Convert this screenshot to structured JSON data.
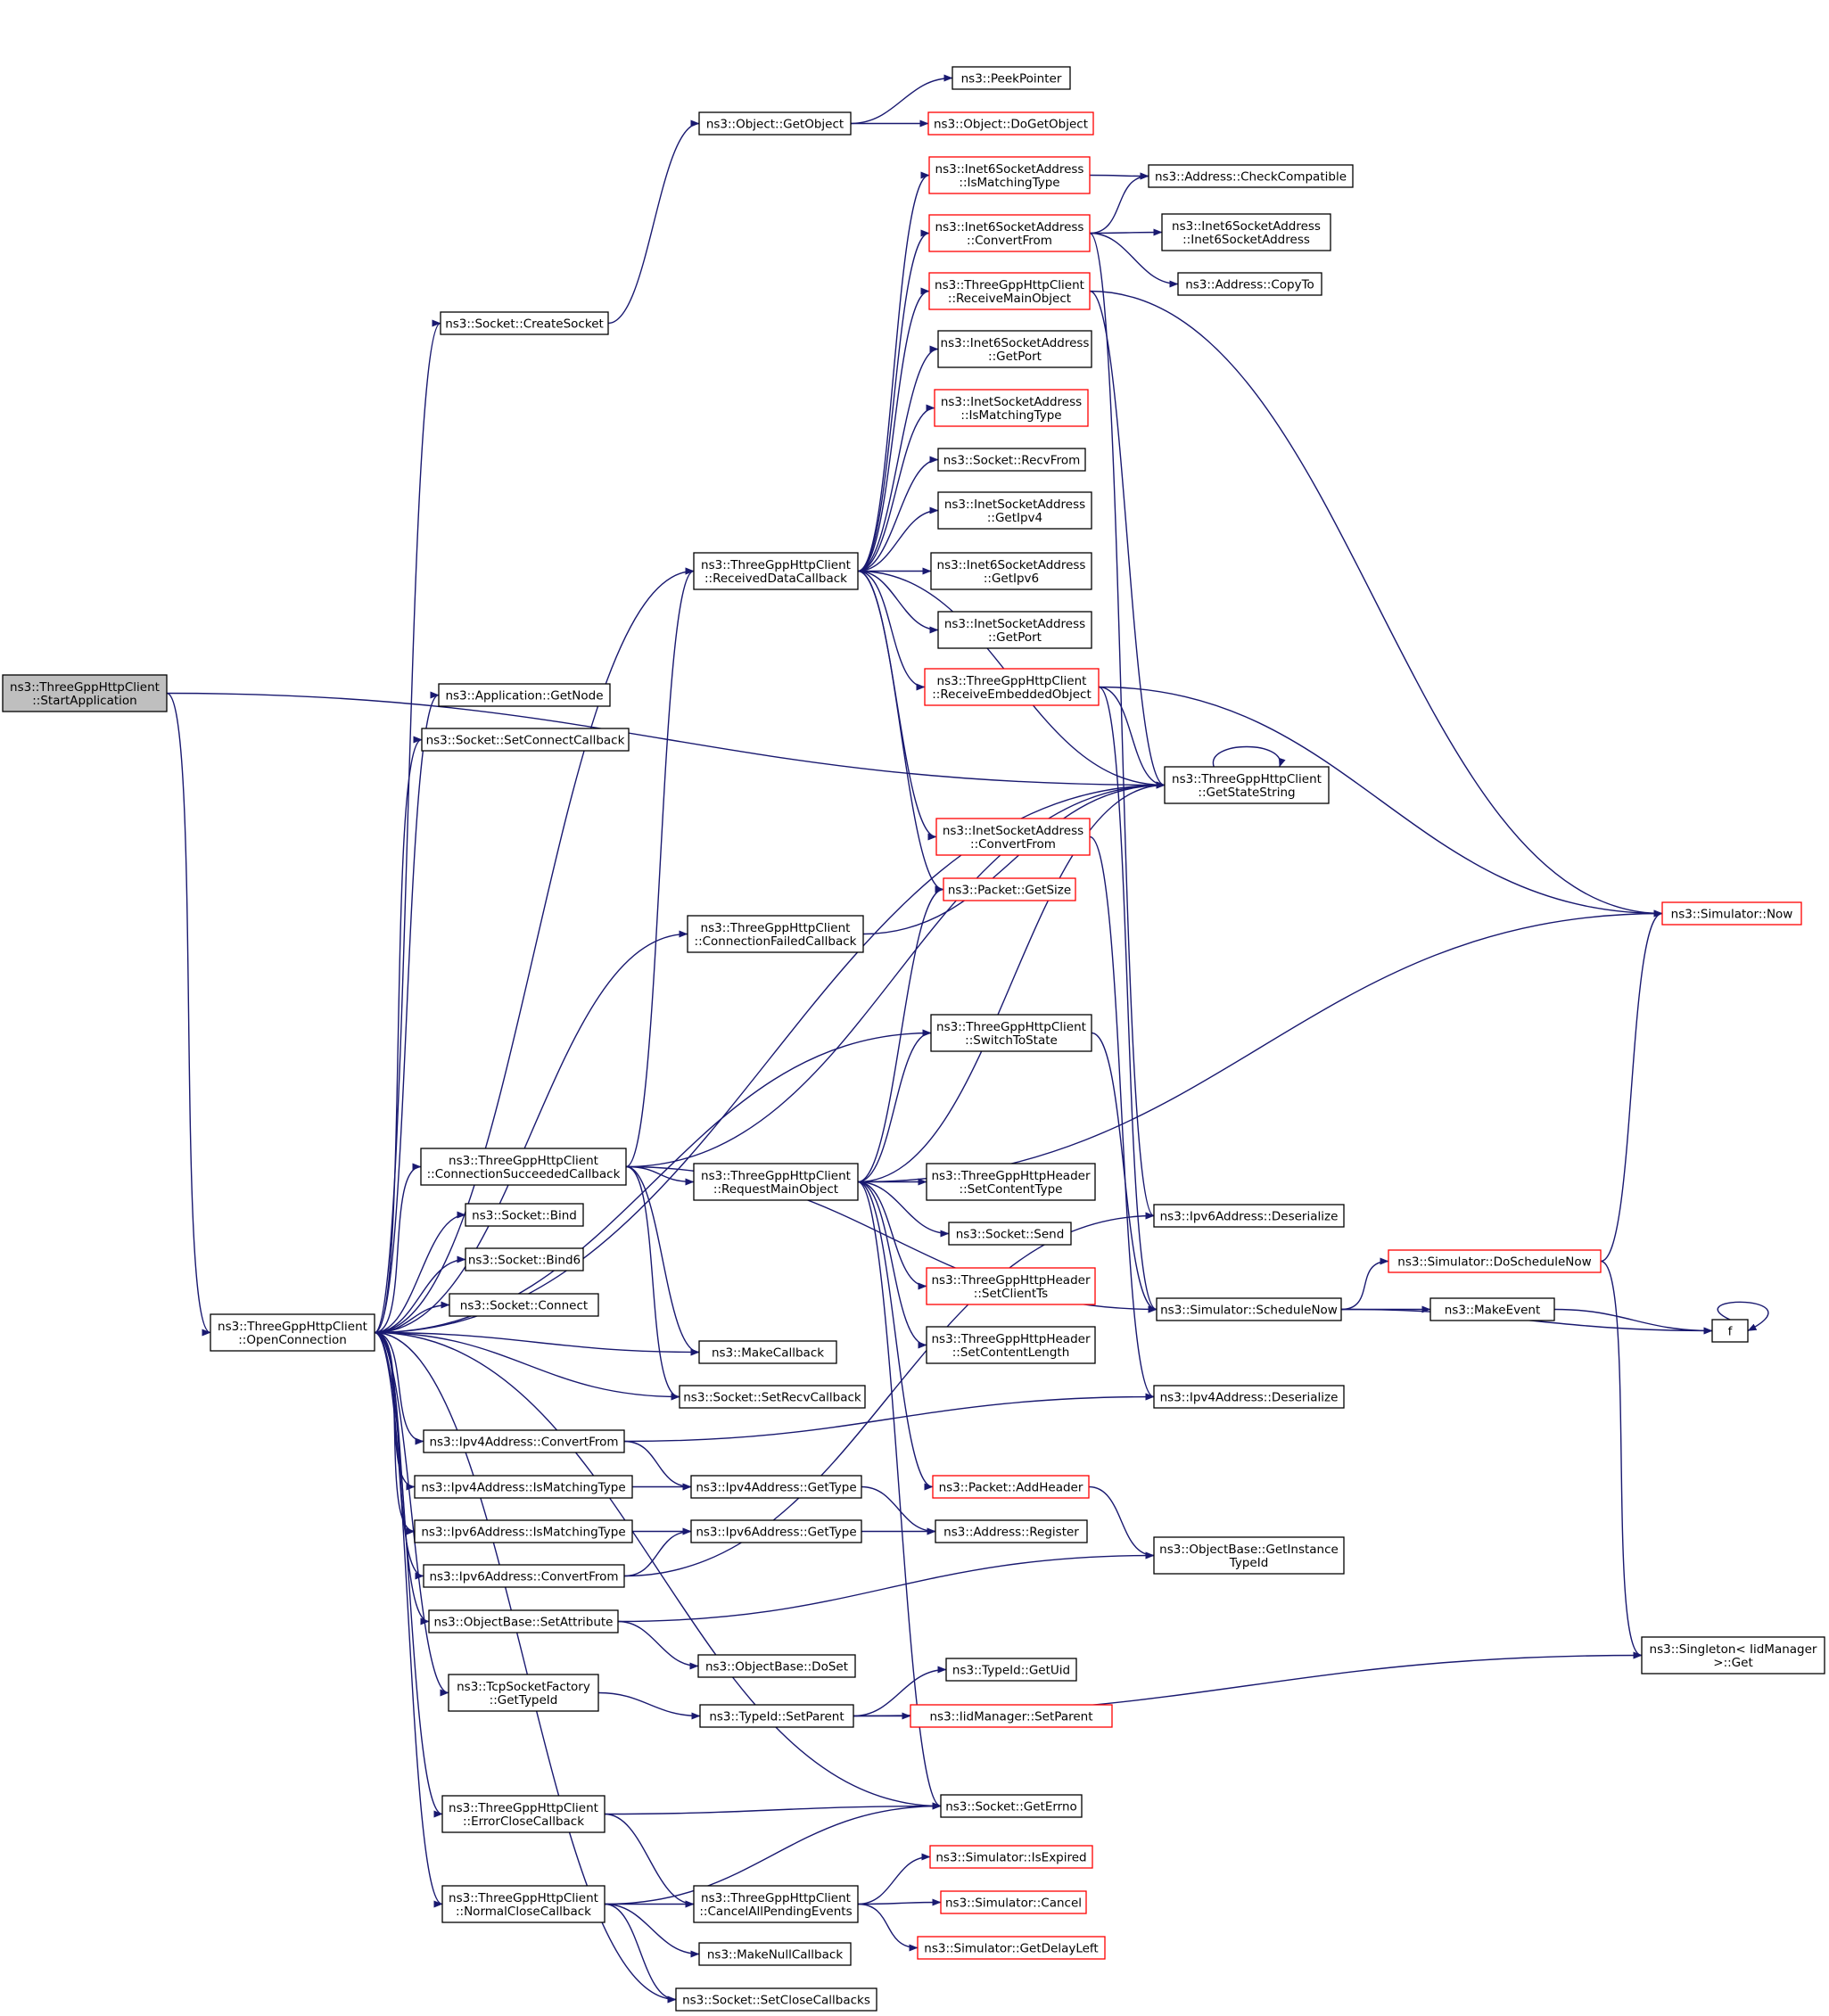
{
  "diagram": {
    "colors": {
      "edge": "#191970",
      "node_border": "#000000",
      "node_border_incomplete": "#ff0000",
      "node_fill": "#ffffff",
      "root_fill": "#bfbfbf"
    },
    "nodes": {
      "start_app": {
        "lines": [
          "ns3::ThreeGppHttpClient",
          "::StartApplication"
        ],
        "root": true
      },
      "open_conn": {
        "lines": [
          "ns3::ThreeGppHttpClient",
          "::OpenConnection"
        ]
      },
      "create_socket": {
        "lines": [
          "ns3::Socket::CreateSocket"
        ]
      },
      "get_object": {
        "lines": [
          "ns3::Object::GetObject"
        ]
      },
      "peek_pointer": {
        "lines": [
          "ns3::PeekPointer"
        ]
      },
      "do_get_object": {
        "lines": [
          "ns3::Object::DoGetObject"
        ],
        "red": true
      },
      "i6_is_matching": {
        "lines": [
          "ns3::Inet6SocketAddress",
          "::IsMatchingType"
        ],
        "red": true
      },
      "check_compatible": {
        "lines": [
          "ns3::Address::CheckCompatible"
        ]
      },
      "i6_convert_from": {
        "lines": [
          "ns3::Inet6SocketAddress",
          "::ConvertFrom"
        ],
        "red": true
      },
      "i6_ctor": {
        "lines": [
          "ns3::Inet6SocketAddress",
          "::Inet6SocketAddress"
        ]
      },
      "copy_to": {
        "lines": [
          "ns3::Address::CopyTo"
        ]
      },
      "receive_main": {
        "lines": [
          "ns3::ThreeGppHttpClient",
          "::ReceiveMainObject"
        ],
        "red": true
      },
      "i6_get_port": {
        "lines": [
          "ns3::Inet6SocketAddress",
          "::GetPort"
        ]
      },
      "i4_is_matching": {
        "lines": [
          "ns3::InetSocketAddress",
          "::IsMatchingType"
        ],
        "red": true
      },
      "recv_from": {
        "lines": [
          "ns3::Socket::RecvFrom"
        ]
      },
      "i4_get_ipv4": {
        "lines": [
          "ns3::InetSocketAddress",
          "::GetIpv4"
        ]
      },
      "received_data_cb": {
        "lines": [
          "ns3::ThreeGppHttpClient",
          "::ReceivedDataCallback"
        ]
      },
      "i6_get_ipv6": {
        "lines": [
          "ns3::Inet6SocketAddress",
          "::GetIpv6"
        ]
      },
      "i4_get_port": {
        "lines": [
          "ns3::InetSocketAddress",
          "::GetPort"
        ]
      },
      "receive_embedded": {
        "lines": [
          "ns3::ThreeGppHttpClient",
          "::ReceiveEmbeddedObject"
        ],
        "red": true
      },
      "get_node": {
        "lines": [
          "ns3::Application::GetNode"
        ]
      },
      "set_connect_cb": {
        "lines": [
          "ns3::Socket::SetConnectCallback"
        ]
      },
      "get_state_string": {
        "lines": [
          "ns3::ThreeGppHttpClient",
          "::GetStateString"
        ]
      },
      "i4_convert_from": {
        "lines": [
          "ns3::InetSocketAddress",
          "::ConvertFrom"
        ],
        "red": true
      },
      "packet_get_size": {
        "lines": [
          "ns3::Packet::GetSize"
        ],
        "red": true
      },
      "sim_now": {
        "lines": [
          "ns3::Simulator::Now"
        ],
        "red": true
      },
      "conn_failed_cb": {
        "lines": [
          "ns3::ThreeGppHttpClient",
          "::ConnectionFailedCallback"
        ]
      },
      "switch_to_state": {
        "lines": [
          "ns3::ThreeGppHttpClient",
          "::SwitchToState"
        ]
      },
      "conn_succeeded_cb": {
        "lines": [
          "ns3::ThreeGppHttpClient",
          "::ConnectionSucceededCallback"
        ]
      },
      "request_main": {
        "lines": [
          "ns3::ThreeGppHttpClient",
          "::RequestMainObject"
        ]
      },
      "set_content_type": {
        "lines": [
          "ns3::ThreeGppHttpHeader",
          "::SetContentType"
        ]
      },
      "ipv6_deserialize": {
        "lines": [
          "ns3::Ipv6Address::Deserialize"
        ]
      },
      "socket_bind": {
        "lines": [
          "ns3::Socket::Bind"
        ]
      },
      "socket_send": {
        "lines": [
          "ns3::Socket::Send"
        ]
      },
      "do_schedule_now": {
        "lines": [
          "ns3::Simulator::DoScheduleNow"
        ],
        "red": true
      },
      "socket_bind6": {
        "lines": [
          "ns3::Socket::Bind6"
        ]
      },
      "set_client_ts": {
        "lines": [
          "ns3::ThreeGppHttpHeader",
          "::SetClientTs"
        ],
        "red": true
      },
      "socket_connect": {
        "lines": [
          "ns3::Socket::Connect"
        ]
      },
      "schedule_now": {
        "lines": [
          "ns3::Simulator::ScheduleNow"
        ]
      },
      "make_event": {
        "lines": [
          "ns3::MakeEvent"
        ]
      },
      "f": {
        "lines": [
          "f"
        ]
      },
      "set_content_length": {
        "lines": [
          "ns3::ThreeGppHttpHeader",
          "::SetContentLength"
        ]
      },
      "make_callback": {
        "lines": [
          "ns3::MakeCallback"
        ]
      },
      "set_recv_cb": {
        "lines": [
          "ns3::Socket::SetRecvCallback"
        ]
      },
      "ipv4_deserialize": {
        "lines": [
          "ns3::Ipv4Address::Deserialize"
        ]
      },
      "ipv4_convert_from": {
        "lines": [
          "ns3::Ipv4Address::ConvertFrom"
        ]
      },
      "packet_add_header": {
        "lines": [
          "ns3::Packet::AddHeader"
        ],
        "red": true
      },
      "ipv4_is_matching": {
        "lines": [
          "ns3::Ipv4Address::IsMatchingType"
        ]
      },
      "ipv4_get_type": {
        "lines": [
          "ns3::Ipv4Address::GetType"
        ]
      },
      "ipv6_is_matching": {
        "lines": [
          "ns3::Ipv6Address::IsMatchingType"
        ]
      },
      "ipv6_get_type": {
        "lines": [
          "ns3::Ipv6Address::GetType"
        ]
      },
      "address_register": {
        "lines": [
          "ns3::Address::Register"
        ]
      },
      "get_instance_type_id": {
        "lines": [
          "ns3::ObjectBase::GetInstance",
          "TypeId"
        ]
      },
      "ipv6_convert_from": {
        "lines": [
          "ns3::Ipv6Address::ConvertFrom"
        ]
      },
      "set_attribute": {
        "lines": [
          "ns3::ObjectBase::SetAttribute"
        ]
      },
      "singleton_get": {
        "lines": [
          "ns3::Singleton< IidManager",
          " >::Get"
        ]
      },
      "do_set": {
        "lines": [
          "ns3::ObjectBase::DoSet"
        ]
      },
      "tcp_get_type_id": {
        "lines": [
          "ns3::TcpSocketFactory",
          "::GetTypeId"
        ]
      },
      "type_id_get_uid": {
        "lines": [
          "ns3::TypeId::GetUid"
        ]
      },
      "type_id_set_parent": {
        "lines": [
          "ns3::TypeId::SetParent"
        ]
      },
      "iid_set_parent": {
        "lines": [
          "ns3::IidManager::SetParent"
        ],
        "red": true
      },
      "socket_get_errno": {
        "lines": [
          "ns3::Socket::GetErrno"
        ]
      },
      "error_close_cb": {
        "lines": [
          "ns3::ThreeGppHttpClient",
          "::ErrorCloseCallback"
        ]
      },
      "sim_is_expired": {
        "lines": [
          "ns3::Simulator::IsExpired"
        ],
        "red": true
      },
      "normal_close_cb": {
        "lines": [
          "ns3::ThreeGppHttpClient",
          "::NormalCloseCallback"
        ]
      },
      "cancel_all_pending": {
        "lines": [
          "ns3::ThreeGppHttpClient",
          "::CancelAllPendingEvents"
        ]
      },
      "sim_cancel": {
        "lines": [
          "ns3::Simulator::Cancel"
        ],
        "red": true
      },
      "sim_get_delay_left": {
        "lines": [
          "ns3::Simulator::GetDelayLeft"
        ],
        "red": true
      },
      "make_null_cb": {
        "lines": [
          "ns3::MakeNullCallback"
        ]
      },
      "set_close_cbs": {
        "lines": [
          "ns3::Socket::SetCloseCallbacks"
        ]
      }
    },
    "edges": [
      [
        "start_app",
        "get_state_string"
      ],
      [
        "start_app",
        "open_conn"
      ],
      [
        "create_socket",
        "get_object"
      ],
      [
        "get_object",
        "peek_pointer"
      ],
      [
        "get_object",
        "do_get_object"
      ],
      [
        "i6_is_matching",
        "check_compatible"
      ],
      [
        "i6_convert_from",
        "check_compatible"
      ],
      [
        "i6_convert_from",
        "i6_ctor"
      ],
      [
        "i6_convert_from",
        "copy_to"
      ],
      [
        "i6_convert_from",
        "ipv6_deserialize"
      ],
      [
        "receive_main",
        "get_state_string"
      ],
      [
        "receive_main",
        "sim_now"
      ],
      [
        "received_data_cb",
        "i6_is_matching"
      ],
      [
        "received_data_cb",
        "i6_convert_from"
      ],
      [
        "received_data_cb",
        "receive_main"
      ],
      [
        "received_data_cb",
        "i6_get_port"
      ],
      [
        "received_data_cb",
        "i4_is_matching"
      ],
      [
        "received_data_cb",
        "recv_from"
      ],
      [
        "received_data_cb",
        "i4_get_ipv4"
      ],
      [
        "received_data_cb",
        "i6_get_ipv6"
      ],
      [
        "received_data_cb",
        "i4_get_port"
      ],
      [
        "received_data_cb",
        "receive_embedded"
      ],
      [
        "received_data_cb",
        "get_state_string"
      ],
      [
        "received_data_cb",
        "i4_convert_from"
      ],
      [
        "received_data_cb",
        "packet_get_size"
      ],
      [
        "receive_embedded",
        "get_state_string"
      ],
      [
        "receive_embedded",
        "sim_now"
      ],
      [
        "receive_embedded",
        "schedule_now"
      ],
      [
        "get_state_string",
        "get_state_string"
      ],
      [
        "i4_convert_from",
        "ipv4_deserialize"
      ],
      [
        "conn_failed_cb",
        "get_state_string"
      ],
      [
        "switch_to_state",
        "schedule_now"
      ],
      [
        "conn_succeeded_cb",
        "received_data_cb"
      ],
      [
        "conn_succeeded_cb",
        "get_state_string"
      ],
      [
        "conn_succeeded_cb",
        "request_main"
      ],
      [
        "conn_succeeded_cb",
        "make_callback"
      ],
      [
        "conn_succeeded_cb",
        "set_recv_cb"
      ],
      [
        "conn_succeeded_cb",
        "schedule_now"
      ],
      [
        "request_main",
        "packet_get_size"
      ],
      [
        "request_main",
        "switch_to_state"
      ],
      [
        "request_main",
        "get_state_string"
      ],
      [
        "request_main",
        "sim_now"
      ],
      [
        "request_main",
        "set_content_type"
      ],
      [
        "request_main",
        "socket_send"
      ],
      [
        "request_main",
        "set_client_ts"
      ],
      [
        "request_main",
        "set_content_length"
      ],
      [
        "request_main",
        "packet_add_header"
      ],
      [
        "request_main",
        "socket_get_errno"
      ],
      [
        "do_schedule_now",
        "sim_now"
      ],
      [
        "do_schedule_now",
        "singleton_get"
      ],
      [
        "schedule_now",
        "do_schedule_now"
      ],
      [
        "schedule_now",
        "make_event"
      ],
      [
        "schedule_now",
        "f"
      ],
      [
        "make_event",
        "f"
      ],
      [
        "f",
        "f"
      ],
      [
        "open_conn",
        "create_socket"
      ],
      [
        "open_conn",
        "received_data_cb"
      ],
      [
        "open_conn",
        "get_node"
      ],
      [
        "open_conn",
        "set_connect_cb"
      ],
      [
        "open_conn",
        "get_state_string"
      ],
      [
        "open_conn",
        "conn_failed_cb"
      ],
      [
        "open_conn",
        "switch_to_state"
      ],
      [
        "open_conn",
        "conn_succeeded_cb"
      ],
      [
        "open_conn",
        "socket_bind"
      ],
      [
        "open_conn",
        "socket_bind6"
      ],
      [
        "open_conn",
        "socket_connect"
      ],
      [
        "open_conn",
        "make_callback"
      ],
      [
        "open_conn",
        "set_recv_cb"
      ],
      [
        "open_conn",
        "ipv4_convert_from"
      ],
      [
        "open_conn",
        "ipv4_is_matching"
      ],
      [
        "open_conn",
        "ipv6_is_matching"
      ],
      [
        "open_conn",
        "ipv6_convert_from"
      ],
      [
        "open_conn",
        "set_attribute"
      ],
      [
        "open_conn",
        "tcp_get_type_id"
      ],
      [
        "open_conn",
        "socket_get_errno"
      ],
      [
        "open_conn",
        "error_close_cb"
      ],
      [
        "open_conn",
        "normal_close_cb"
      ],
      [
        "open_conn",
        "set_close_cbs"
      ],
      [
        "ipv4_convert_from",
        "ipv4_deserialize"
      ],
      [
        "ipv4_convert_from",
        "ipv4_get_type"
      ],
      [
        "ipv4_is_matching",
        "ipv4_get_type"
      ],
      [
        "ipv4_get_type",
        "address_register"
      ],
      [
        "ipv6_is_matching",
        "ipv6_get_type"
      ],
      [
        "ipv6_get_type",
        "address_register"
      ],
      [
        "ipv6_convert_from",
        "ipv6_get_type"
      ],
      [
        "ipv6_convert_from",
        "ipv6_deserialize"
      ],
      [
        "packet_add_header",
        "get_instance_type_id"
      ],
      [
        "set_attribute",
        "get_instance_type_id"
      ],
      [
        "set_attribute",
        "do_set"
      ],
      [
        "tcp_get_type_id",
        "type_id_set_parent"
      ],
      [
        "type_id_set_parent",
        "type_id_get_uid"
      ],
      [
        "type_id_set_parent",
        "iid_set_parent"
      ],
      [
        "type_id_set_parent",
        "singleton_get"
      ],
      [
        "error_close_cb",
        "socket_get_errno"
      ],
      [
        "error_close_cb",
        "cancel_all_pending"
      ],
      [
        "normal_close_cb",
        "socket_get_errno"
      ],
      [
        "normal_close_cb",
        "cancel_all_pending"
      ],
      [
        "normal_close_cb",
        "make_null_cb"
      ],
      [
        "normal_close_cb",
        "set_close_cbs"
      ],
      [
        "cancel_all_pending",
        "sim_is_expired"
      ],
      [
        "cancel_all_pending",
        "sim_cancel"
      ],
      [
        "cancel_all_pending",
        "sim_get_delay_left"
      ]
    ]
  }
}
